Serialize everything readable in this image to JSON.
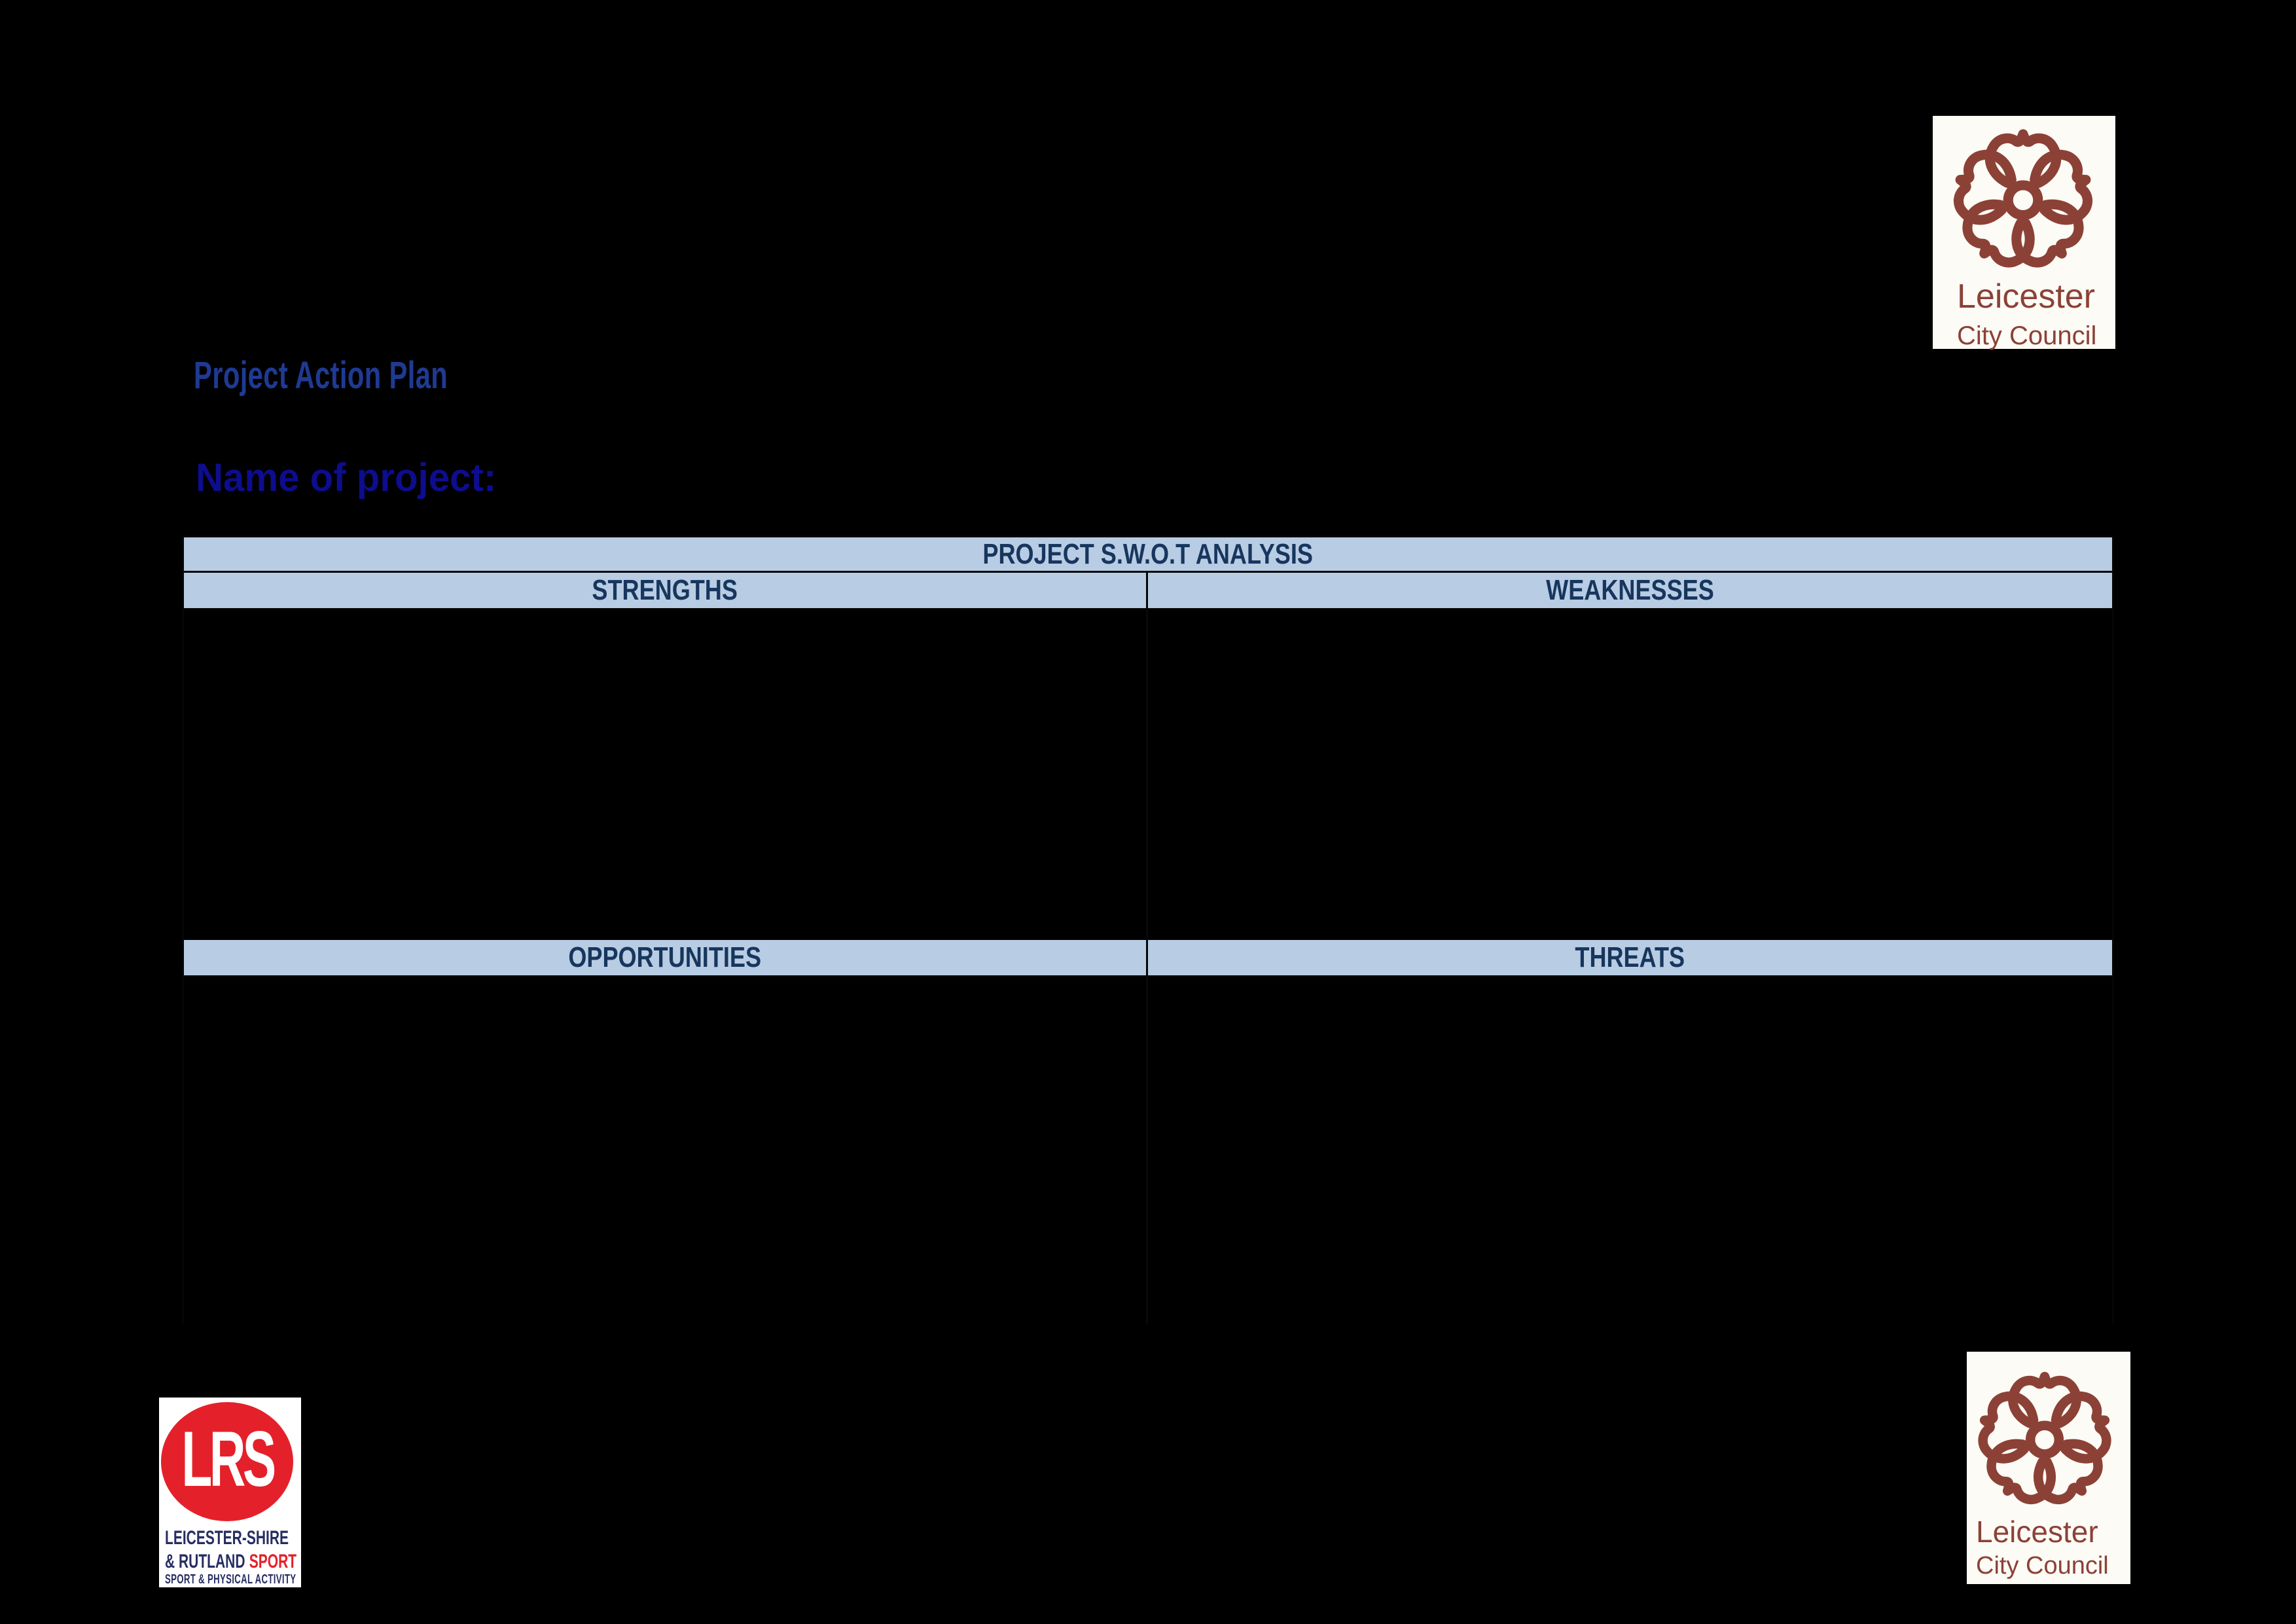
{
  "document": {
    "title": "Project Action Plan",
    "name_of_project_label": "Name of project:"
  },
  "swot_table": {
    "title": "PROJECT S.W.O.T ANALYSIS",
    "strengths_header": "STRENGTHS",
    "weaknesses_header": "WEAKNESSES",
    "opportunities_header": "OPPORTUNITIES",
    "threats_header": "THREATS",
    "strengths_content": "",
    "weaknesses_content": "",
    "opportunities_content": "",
    "threats_content": ""
  },
  "logos": {
    "leicester_city_council": {
      "line1": "Leicester",
      "line2": "City Council"
    },
    "lrs": {
      "acronym": "LRS",
      "line1": "LEICESTER-SHIRE",
      "line2_prefix": "& RUTLAND",
      "line2_highlight": "SPORT",
      "line3": "SPORT & PHYSICAL ACTIVITY"
    }
  },
  "colors": {
    "background": "#000000",
    "title_blue": "#1F3A93",
    "label_blue": "#0D0D8E",
    "table_header_fill": "#B8CCE4",
    "table_header_text": "#17365D",
    "table_border": "#060606",
    "lcc_maroon": "#8C4137",
    "lrs_red": "#E4212A",
    "lrs_navy": "#272E63",
    "logo_box_white": "#FCFBF5"
  }
}
